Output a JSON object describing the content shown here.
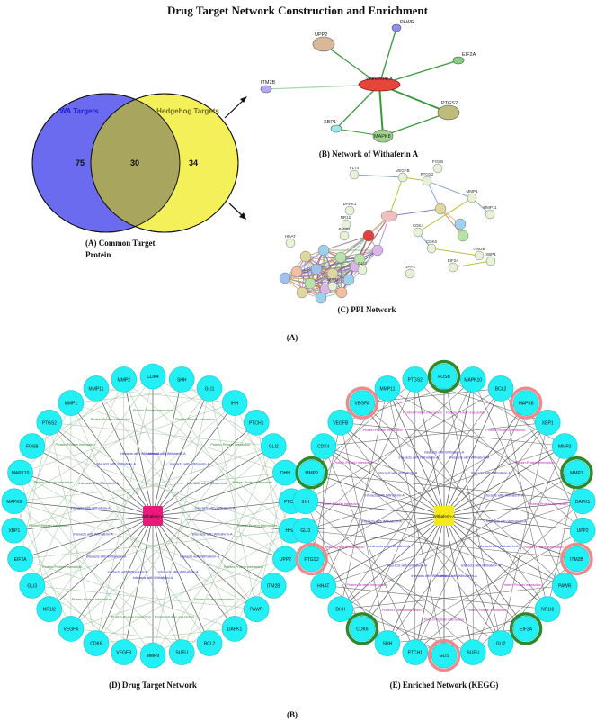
{
  "title": "Drug Target Network Construction and Enrichment",
  "venn": {
    "left_label": "WA Targets",
    "right_label": "Hedgehog Targets",
    "left_only": "75",
    "overlap": "30",
    "right_only": "34",
    "left_color": "#6b6bef",
    "right_color": "#f4f05a",
    "overlap_color": "#a7a55e",
    "caption_line1": "(A) Common Target",
    "caption_line2": "Protein"
  },
  "network_b": {
    "caption": "(B) Network of Withaferin  A",
    "center": "Withaferin A",
    "nodes": [
      "UPP2",
      "PAWR",
      "EIF2A",
      "ITM2B",
      "PTGS2",
      "XBP1",
      "MAPK8"
    ]
  },
  "network_c": {
    "caption": "(C) PPI Network",
    "labels": [
      "FOSB",
      "FLT4",
      "VEGFB",
      "PTGS2",
      "MMP1",
      "MMP11",
      "DAPK1",
      "NR1I2",
      "PAWR",
      "HHAT",
      "CDK4",
      "CDK6",
      "ITM2B",
      "UPP2",
      "EIF2A",
      "XBP1",
      "GLI3",
      "SUFU"
    ]
  },
  "panel_a_label": "(A)",
  "panel_b_label": "(B)",
  "network_d": {
    "caption": "(D) Drug Target Network",
    "center": "Withaferin-A",
    "center_color": "#e8197a",
    "node_color": "#22f0f5",
    "nodes": [
      "SHH",
      "GLI1",
      "IHH",
      "PTCH1",
      "GLI2",
      "DHH",
      "PTCH2",
      "HHAT",
      "UPP2",
      "ITM2B",
      "PAWR",
      "DAPK1",
      "BCL2",
      "SUFU",
      "MMP9",
      "VEGFB",
      "CDK6",
      "VEGFA",
      "NR1I2",
      "GLI3",
      "EIF2A",
      "XBP1",
      "MAPK8",
      "MAPK10",
      "FOSB",
      "PTGS2",
      "MMP1",
      "MMP11",
      "MMP2",
      "CDK4"
    ],
    "edge_label_drug": "Interacts with Withaferin-A",
    "edge_label_ppi": "Protein-Protein Interaction"
  },
  "network_e": {
    "caption": "(E) Enriched  Network (KEGG)",
    "center": "Withaferin-A",
    "center_color": "#f7ea1a",
    "node_color": "#22f0f5",
    "nodes": [
      "FOSB",
      "MAPK10",
      "BCL2",
      "MAPK8",
      "XBP1",
      "MMP2",
      "MMP1",
      "DAPK1",
      "UPP2",
      "ITM2B",
      "PAWR",
      "NR1I2",
      "EIF2A",
      "GLI2",
      "SUFU",
      "GLI1",
      "PTCH1",
      "SHH",
      "CDK6",
      "DHH",
      "HHAT",
      "PTGS2",
      "GLI3",
      "IHH",
      "MMP9",
      "CDK4",
      "VEGFB",
      "VEGFA",
      "MMP11",
      "PTGS2"
    ],
    "edge_label_drug": "Interacts with Withaferin-A",
    "edge_label_ppi": "Protein-Protein Interaction"
  }
}
